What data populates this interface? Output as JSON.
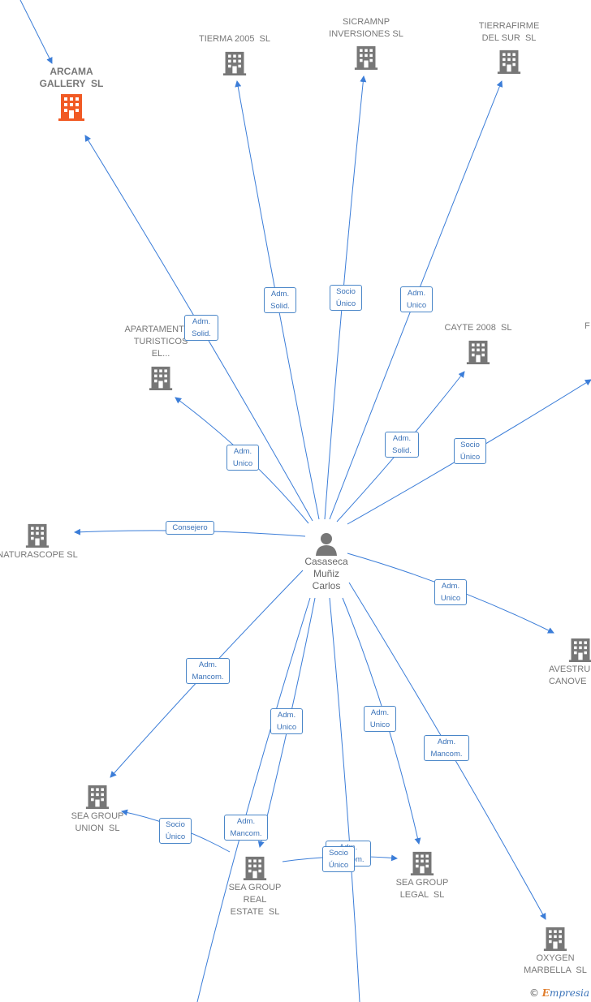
{
  "center": {
    "name": "Casaseca\nMuñiz\nCarlos"
  },
  "nodes": {
    "arcama": "ARCAMA\nGALLERY  SL",
    "tierma": "TIERMA 2005  SL",
    "sicramnp": "SICRAMNP\nINVERSIONES SL",
    "tierrafirme": "TIERRAFIRME\nDEL SUR  SL",
    "apartamentos": "APARTAMENTOS\nTURISTICOS\nEL...",
    "cayte": "CAYTE 2008  SL",
    "naturascope": "NATURASCOPE SL",
    "avestru": "AVESTRU\nCANOVE",
    "seagroup_union": "SEA GROUP\nUNION  SL",
    "seagroup_realestate": "SEA GROUP\nREAL\nESTATE  SL",
    "seagroup_legal": "SEA GROUP\nLEGAL  SL",
    "oxygen": "OXYGEN\nMARBELLA  SL",
    "offscreen_right": "F"
  },
  "edges": {
    "arcama": "Adm.\nSolid.",
    "tierma": "Adm.\nSolid.",
    "sicramnp": "Socio\nÚnico",
    "tierrafirme": "Adm.\nUnico",
    "apartamentos": "Adm.\nUnico",
    "cayte": "Adm.\nSolid.",
    "offscreen_right": "Socio\nÚnico",
    "naturascope": "Consejero",
    "avestru": "Adm.\nUnico",
    "seagroup_union_center": "Adm.\nMancom.",
    "realestate_a": "Adm.\nUnico",
    "legal": "Adm.\nUnico",
    "oxygen": "Adm.\nMancom.",
    "realestate_b": "Adm.\nMancom.",
    "union_from_realestate": "Socio\nÚnico",
    "legal_from_realestate_back": "Adm.\nMancom.",
    "legal_from_realestate": "Socio\nÚnico"
  },
  "colors": {
    "edge": "#3b7dd8",
    "building": "#777777",
    "highlight": "#f15a24"
  },
  "footer": {
    "copyright": "©",
    "brand_initial": "E",
    "brand_rest": "mpresia"
  }
}
